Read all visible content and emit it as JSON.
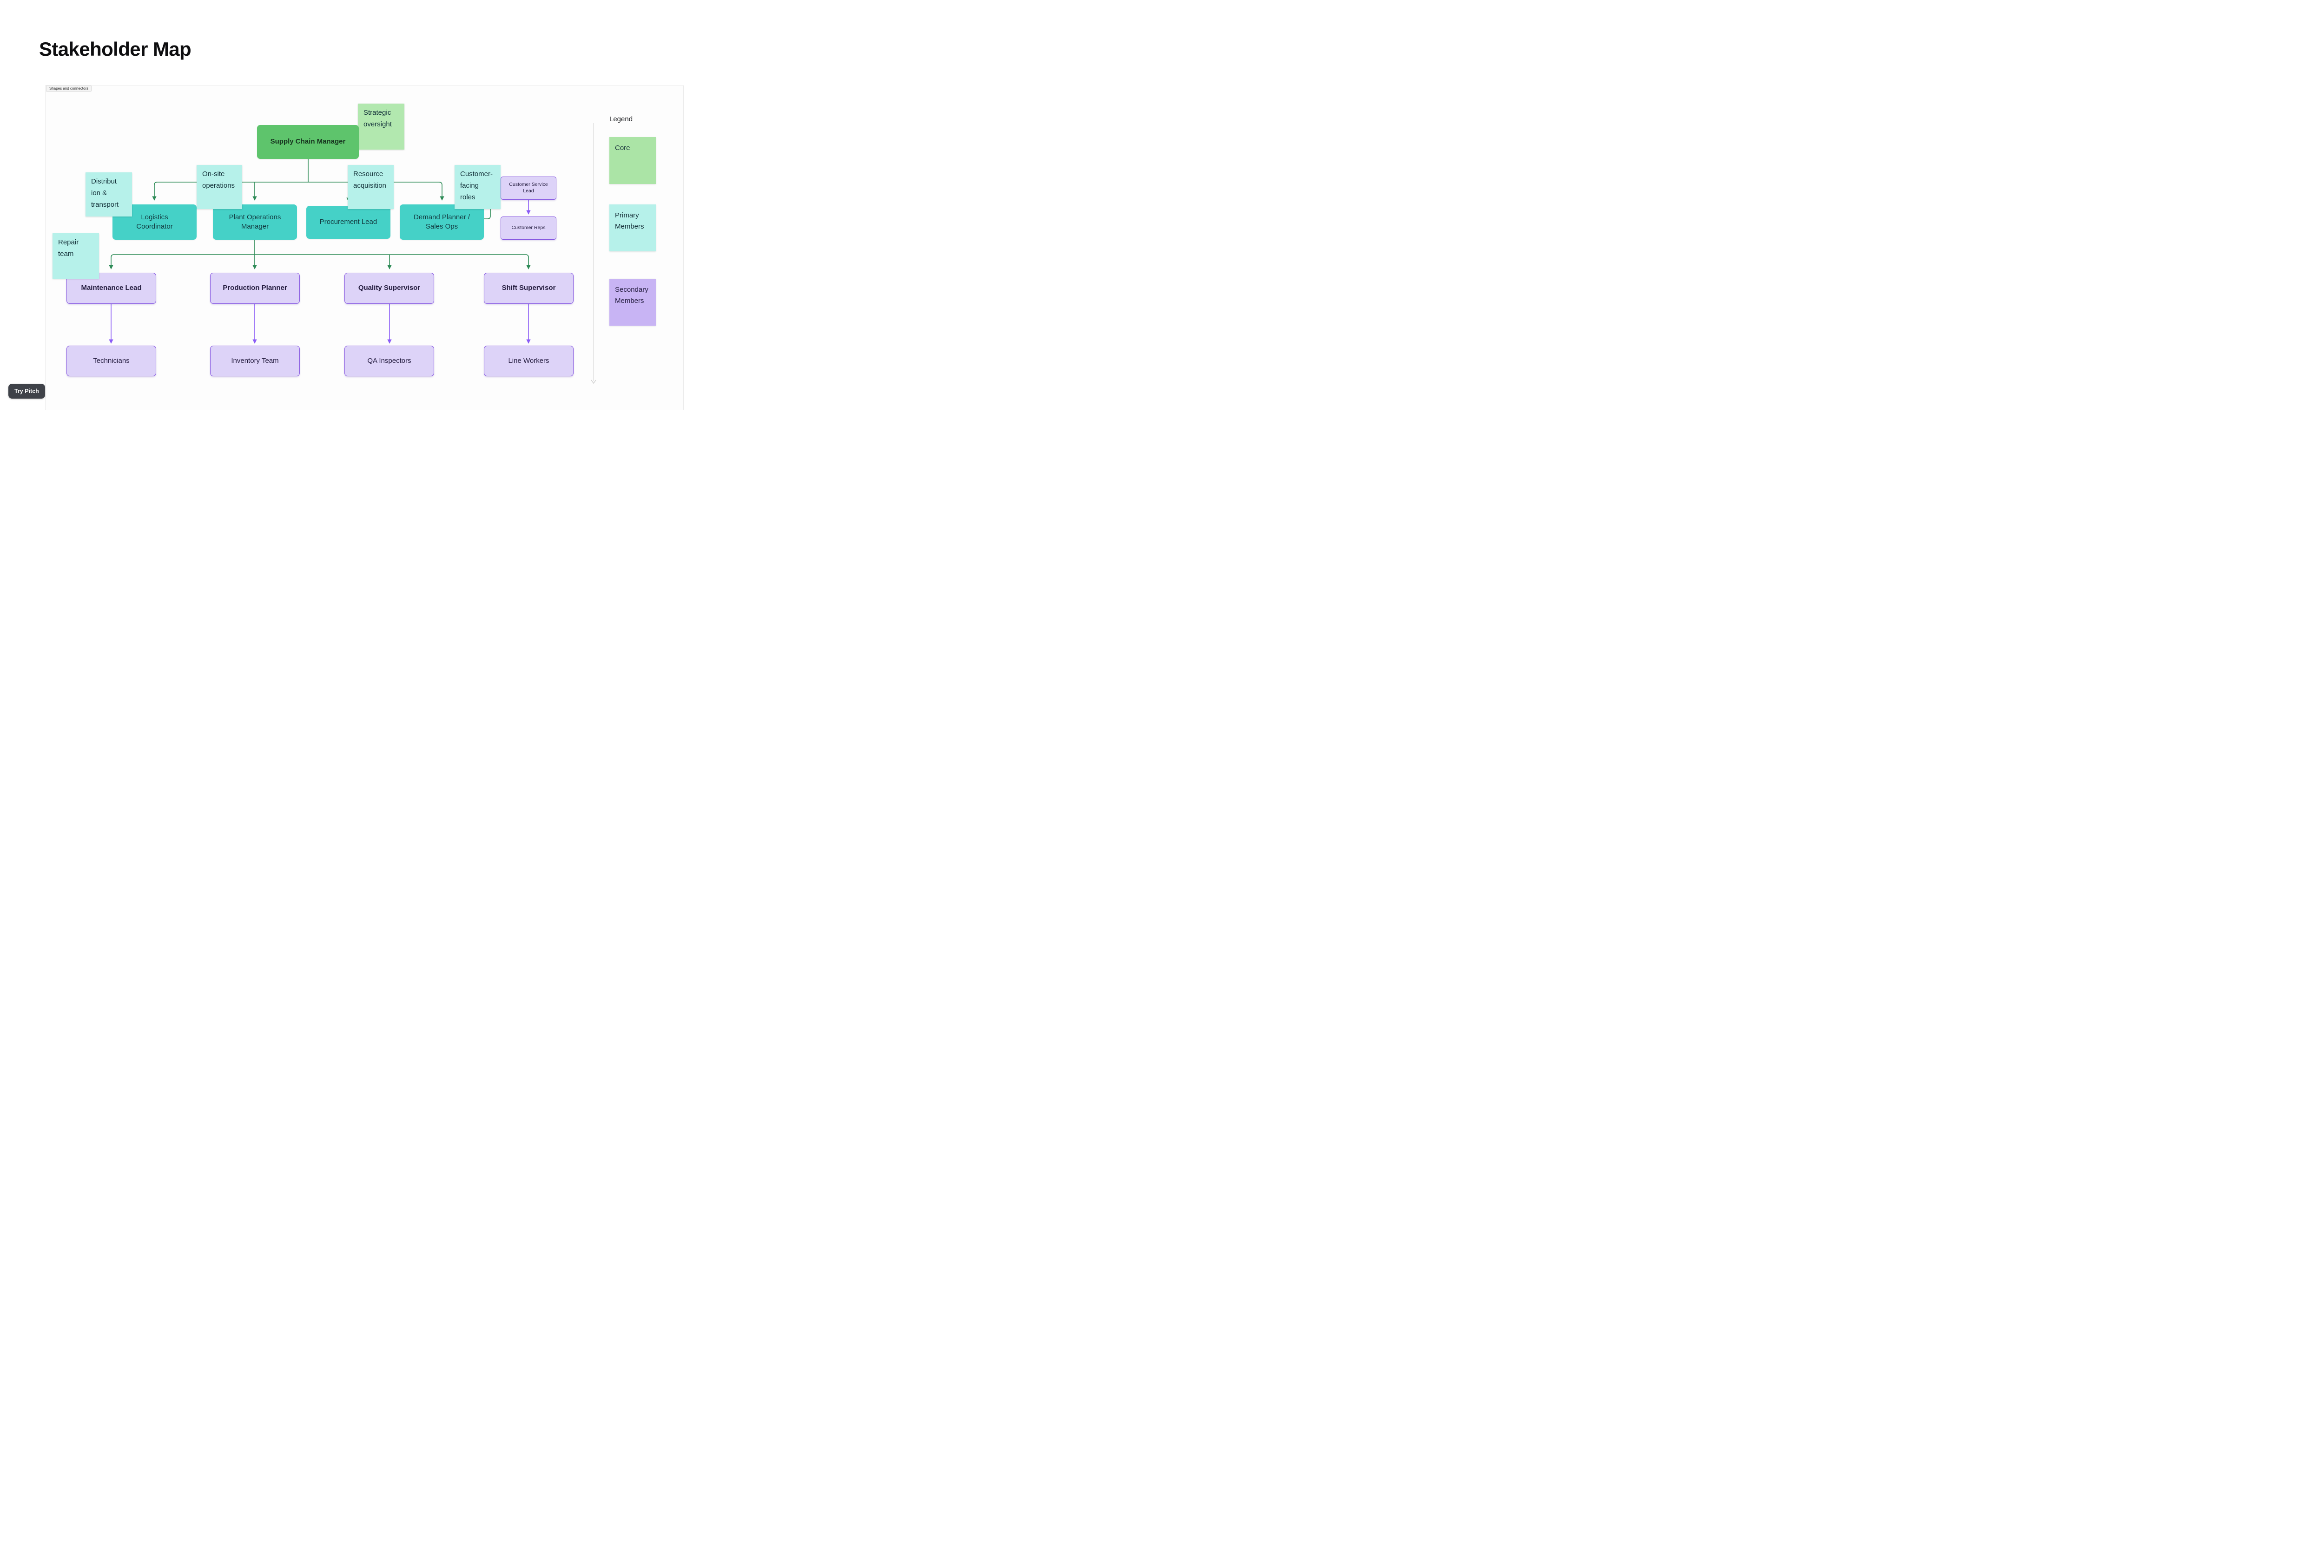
{
  "page": {
    "title": "Stakeholder Map",
    "frame_label": "Shapes and connectors",
    "watermark": "Try Pitch"
  },
  "colors": {
    "scm-green": "#5EC46C",
    "sticky-green": "#B2E8AF",
    "legend-green": "#ABE4A6",
    "teal": "#45D1C7",
    "sticky-cyan": "#B6F1EA",
    "purple-bg": "#DDD3F8",
    "purple-border": "#8657E1",
    "legend-purple": "#C8B4F4",
    "connector-green": "#2E8B57",
    "connector-purple": "#8B5CF6"
  },
  "diagram": {
    "nodes": {
      "supply_chain_manager": "Supply Chain Manager",
      "logistics": "Logistics\nCoordinator",
      "plant_ops": "Plant Operations\nManager",
      "procurement": "Procurement Lead",
      "demand": "Demand Planner /\nSales Ops",
      "cs_lead": "Customer Service\nLead",
      "cs_reps": "Customer Reps",
      "maintenance": "Maintenance Lead",
      "production": "Production Planner",
      "quality": "Quality Supervisor",
      "shift": "Shift Supervisor",
      "technicians": "Technicians",
      "inventory": "Inventory Team",
      "qa": "QA Inspectors",
      "line_workers": "Line Workers"
    },
    "stickies": {
      "strategic": "Strategic\noversight",
      "distribution": "Distribut\nion &\ntransport",
      "onsite": "On-site\noperations",
      "resource": "Resource\nacquisition",
      "customer_facing": "Customer-\nfacing\nroles",
      "repair": "Repair\nteam"
    },
    "legend": {
      "title": "Legend",
      "items": [
        {
          "label": "Core"
        },
        {
          "label": "Primary\nMembers"
        },
        {
          "label": "Secondary\nMembers"
        }
      ]
    }
  }
}
